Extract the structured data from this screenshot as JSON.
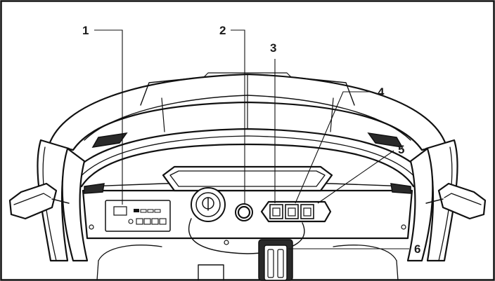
{
  "figure": {
    "callouts": [
      {
        "id": "1",
        "label": "1"
      },
      {
        "id": "2",
        "label": "2"
      },
      {
        "id": "3",
        "label": "3"
      },
      {
        "id": "4",
        "label": "4"
      },
      {
        "id": "5",
        "label": "5"
      },
      {
        "id": "6",
        "label": "6"
      }
    ]
  },
  "colors": {
    "ink": "#111111",
    "background": "#ffffff",
    "dark_fill": "#2a2a2a"
  }
}
